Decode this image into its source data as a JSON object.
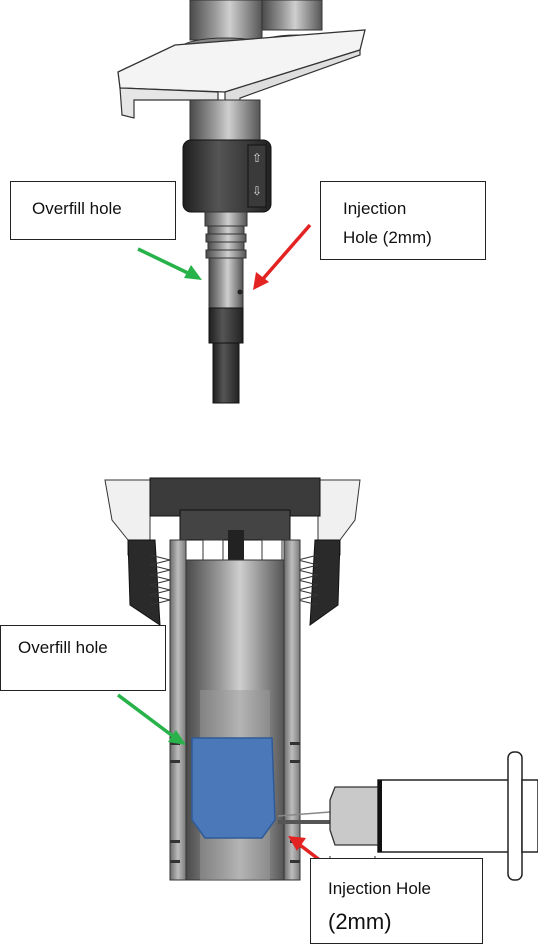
{
  "callouts": {
    "top_overfill": "Overfill hole",
    "top_injection_line1": "Injection",
    "top_injection_line2": "Hole (2mm)",
    "bottom_overfill": "Overfill hole",
    "bottom_injection_line1": "Injection Hole",
    "bottom_injection_line2": "(2mm)"
  },
  "colors": {
    "overfill_arrow": "#27b24a",
    "injection_arrow": "#e32222",
    "plug": "#4a78b8"
  }
}
